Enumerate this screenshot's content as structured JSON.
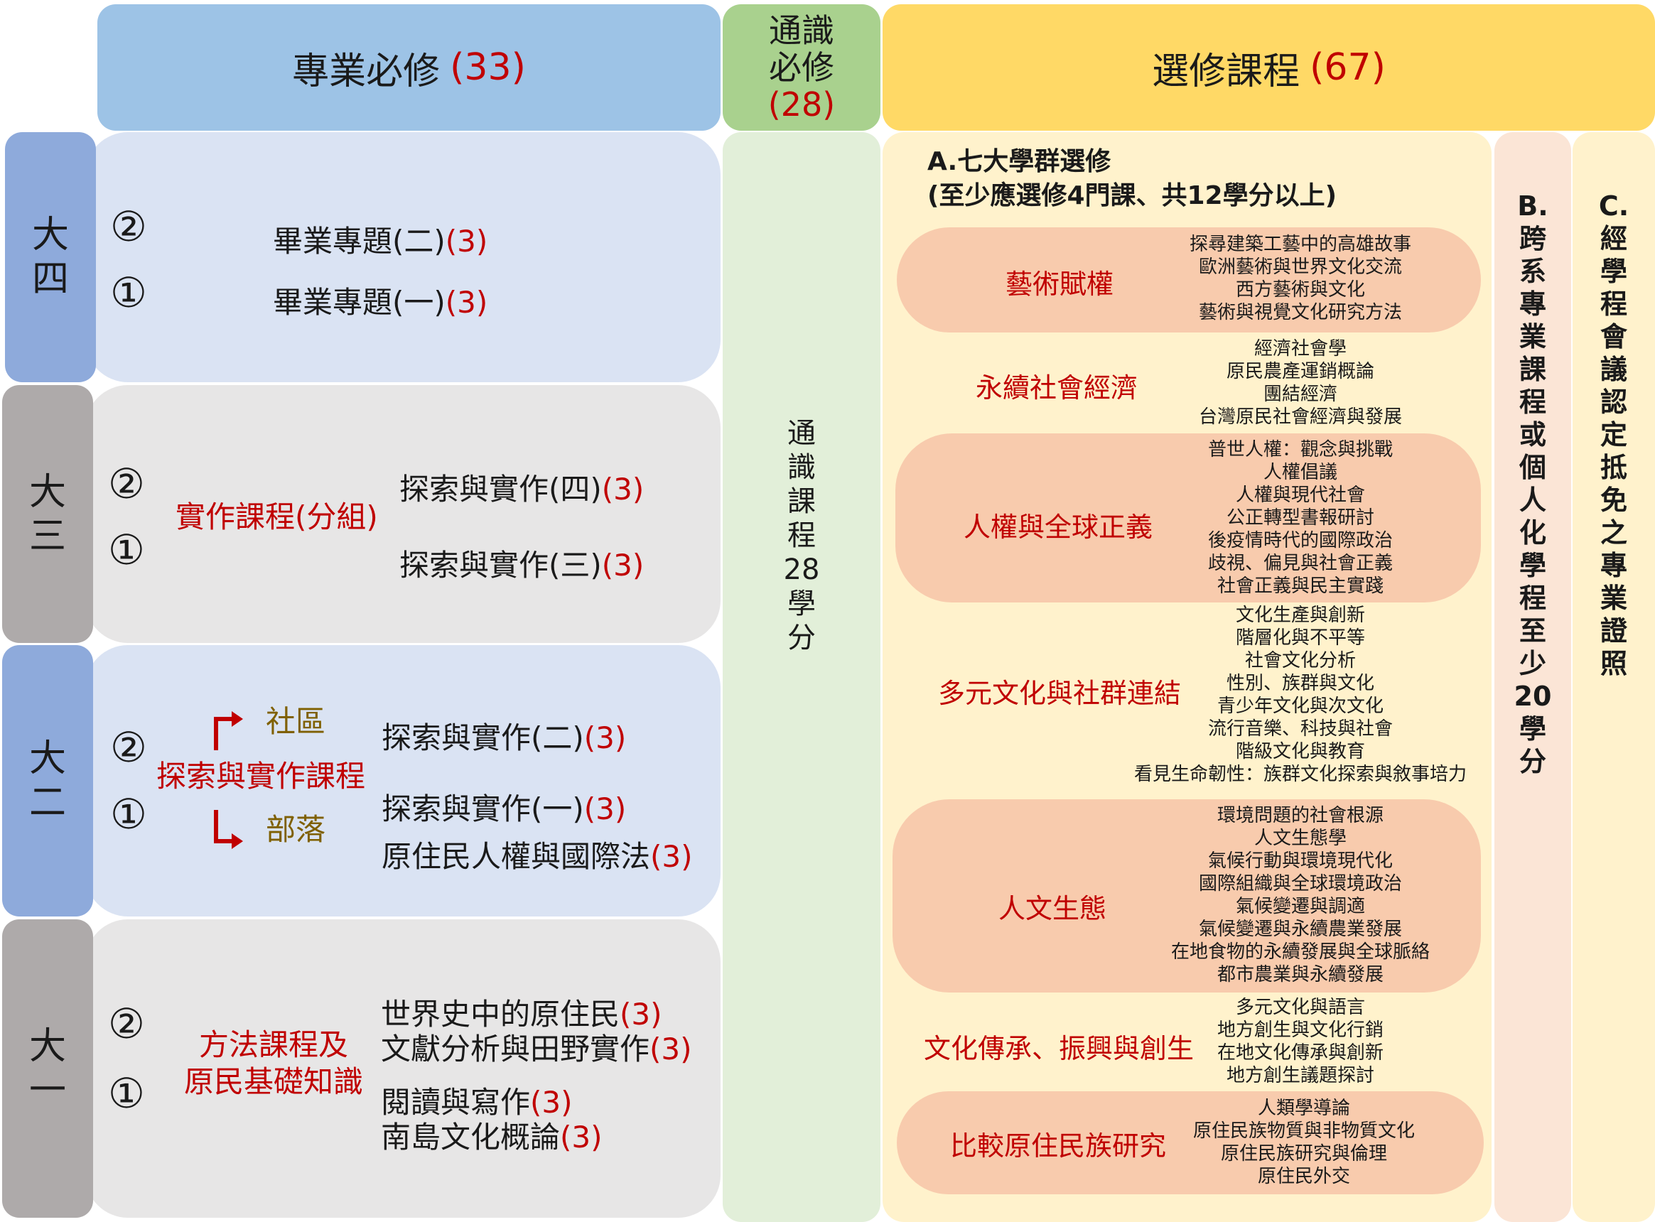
{
  "header": {
    "major_required": {
      "label": "專業必修",
      "credits": "(33)"
    },
    "general_required": {
      "line1": "通識",
      "line2": "必修",
      "credits": "(28)"
    },
    "elective": {
      "label": "選修課程",
      "credits": "(67)"
    }
  },
  "years": {
    "y4": {
      "label_1": "大",
      "label_2": "四",
      "circ2": "②",
      "circ1": "①",
      "course2": {
        "name": "畢業專題(二)",
        "credits": "(3)"
      },
      "course1": {
        "name": "畢業專題(一)",
        "credits": "(3)"
      }
    },
    "y3": {
      "label_1": "大",
      "label_2": "三",
      "circ2": "②",
      "circ1": "①",
      "category": "實作課程(分組)",
      "course2": {
        "name": "探索與實作(四)",
        "credits": "(3)"
      },
      "course1": {
        "name": "探索與實作(三)",
        "credits": "(3)"
      }
    },
    "y2": {
      "label_1": "大",
      "label_2": "二",
      "circ2": "②",
      "circ1": "①",
      "category": "探索與實作課程",
      "branch_top": "社區",
      "branch_bottom": "部落",
      "course2": {
        "name": "探索與實作(二)",
        "credits": "(3)"
      },
      "course1": {
        "name": "探索與實作(一)",
        "credits": "(3)"
      },
      "course3": {
        "name": "原住民人權與國際法",
        "credits": "(3)"
      }
    },
    "y1": {
      "label_1": "大",
      "label_2": "一",
      "circ2": "②",
      "circ1": "①",
      "category_line1": "方法課程及",
      "category_line2": "原民基礎知識",
      "course_a": {
        "name": "世界史中的原住民",
        "credits": "(3)"
      },
      "course_b": {
        "name": "文獻分析與田野實作",
        "credits": "(3)"
      },
      "course_c": {
        "name": "閱讀與寫作",
        "credits": "(3)"
      },
      "course_d": {
        "name": "南島文化概論",
        "credits": "(3)"
      }
    }
  },
  "general_ed": {
    "chars": [
      "通",
      "識",
      "課",
      "程",
      "28",
      "學",
      "分"
    ]
  },
  "section_a": {
    "title": "A.七大學群選修",
    "subtitle": "(至少應選修4門課、共12學分以上)"
  },
  "groups": [
    {
      "name": "藝術賦權",
      "courses": [
        "探尋建築工藝中的高雄故事",
        "歐洲藝術與世界文化交流",
        "西方藝術與文化",
        "藝術與視覺文化研究方法"
      ]
    },
    {
      "name": "永續社會經濟",
      "courses": [
        "經濟社會學",
        "原民農產運銷概論",
        "團結經濟",
        "台灣原民社會經濟與發展"
      ]
    },
    {
      "name": "人權與全球正義",
      "courses": [
        "普世人權：觀念與挑戰",
        "人權倡議",
        "人權與現代社會",
        "公正轉型書報研討",
        "後疫情時代的國際政治",
        "歧視、偏見與社會正義",
        "社會正義與民主實踐"
      ]
    },
    {
      "name": "多元文化與社群連結",
      "courses": [
        "文化生產與創新",
        "階層化與不平等",
        "社會文化分析",
        "性別、族群與文化",
        "青少年文化與次文化",
        "流行音樂、科技與社會",
        "階級文化與教育",
        "看見生命韌性：族群文化探索與敘事培力"
      ]
    },
    {
      "name": "人文生態",
      "courses": [
        "環境問題的社會根源",
        "人文生態學",
        "氣候行動與環境現代化",
        "國際組織與全球環境政治",
        "氣候變遷與調適",
        "氣候變遷與永續農業發展",
        "在地食物的永續發展與全球脈絡",
        "都市農業與永續發展"
      ]
    },
    {
      "name": "文化傳承、振興與創生",
      "courses": [
        "多元文化與語言",
        "地方創生與文化行銷",
        "在地文化傳承與創新",
        "地方創生議題探討"
      ]
    },
    {
      "name": "比較原住民族研究",
      "courses": [
        "人類學導論",
        "原住民族物質與非物質文化",
        "原住民族研究與倫理",
        "原住民外交"
      ]
    }
  ],
  "section_b": {
    "chars": [
      "B.",
      "跨",
      "系",
      "專",
      "業",
      "課",
      "程",
      "或",
      "個",
      "人",
      "化",
      "學",
      "程",
      "至",
      "少",
      "20",
      "學",
      "分"
    ]
  },
  "section_c": {
    "chars": [
      "C.",
      "經",
      "學",
      "程",
      "會",
      "議",
      "認",
      "定",
      "抵",
      "免",
      "之",
      "專",
      "業",
      "證",
      "照"
    ]
  },
  "colors": {
    "header_blue": "#9dc3e6",
    "header_green": "#a9d18e",
    "header_yellow": "#ffd966",
    "accent_red": "#c00000",
    "pill": "#f8cbad"
  }
}
